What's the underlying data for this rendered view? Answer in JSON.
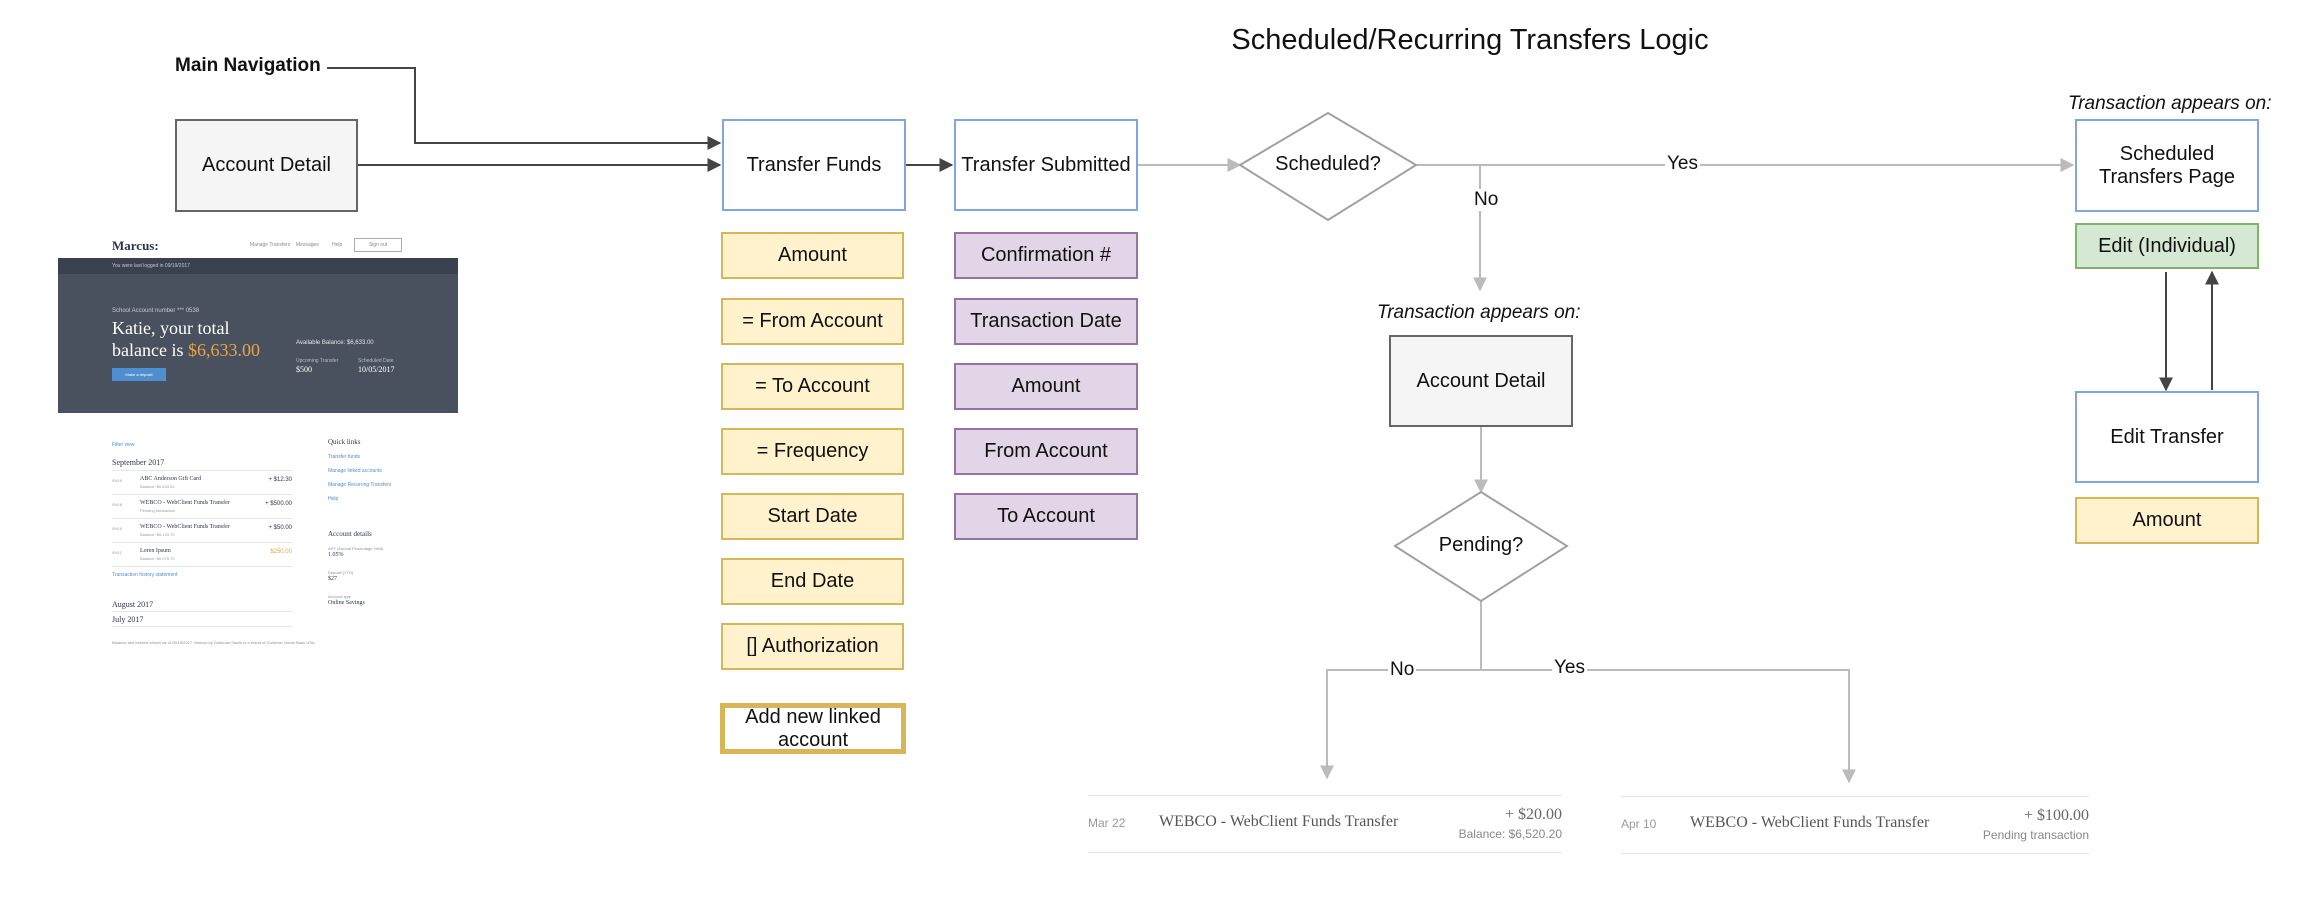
{
  "title": "Scheduled/Recurring Transfers Logic",
  "nav_label": "Main Navigation",
  "nodes": {
    "account_detail_left": "Account Detail",
    "transfer_funds": "Transfer Funds",
    "transfer_submitted": "Transfer Submitted",
    "scheduled_decision": "Scheduled?",
    "scheduled_transfers_page": "Scheduled Transfers Page",
    "edit_individual": "Edit (Individual)",
    "edit_transfer": "Edit Transfer",
    "edit_amount": "Amount",
    "account_detail_right": "Account Detail",
    "pending_decision": "Pending?"
  },
  "transfer_fields": [
    "Amount",
    "= From Account",
    "= To Account",
    "= Frequency",
    "Start Date",
    "End Date",
    "[] Authorization"
  ],
  "add_linked_account": "Add new linked account",
  "submitted_fields": [
    "Confirmation #",
    "Transaction Date",
    "Amount",
    "From Account",
    "To Account"
  ],
  "labels": {
    "appears_on_top": "Transaction appears on:",
    "appears_on_mid": "Transaction appears on:",
    "yes_scheduled": "Yes",
    "no_scheduled": "No",
    "no_pending": "No",
    "yes_pending": "Yes"
  },
  "transactions": [
    {
      "date": "Mar 22",
      "description": "WEBCO - WebClient Funds Transfer",
      "amount": "+ $20.00",
      "sub": "Balance: $6,520.20"
    },
    {
      "date": "Apr 10",
      "description": "WEBCO - WebClient Funds Transfer",
      "amount": "+ $100.00",
      "sub": "Pending transaction"
    }
  ],
  "thumbnail": {
    "logo": "Marcus:",
    "nav_items": [
      "Manage Transfers",
      "Messages",
      "Help",
      "Sign out"
    ],
    "strip_text": "You were last logged in 09/19/2017",
    "hero_small": "School Account number *** 0538",
    "greeting": "Katie, your total balance is",
    "balance": "$6,633.00",
    "hero_button": "Make a deposit",
    "available": "Available Balance: $6,633.00",
    "hero_cells": [
      {
        "label": "Upcoming Transfer",
        "value": "$500"
      },
      {
        "label": "Scheduled Date",
        "value": "10/05/2017"
      }
    ],
    "filter_link": "Filter view",
    "month1": "September 2017",
    "rows": [
      {
        "date": "09/19",
        "desc": "ABC Anderson Gift Card",
        "sub": "Balance: $6,633.00",
        "amt": "+ $12.30"
      },
      {
        "date": "09/18",
        "desc": "WEBCO - WebClient Funds Transfer",
        "sub": "Pending transaction",
        "amt": "+ $500.00"
      },
      {
        "date": "09/15",
        "desc": "WEBCO - WebClient Funds Transfer",
        "sub": "Balance: $6,120.70",
        "amt": "+ $50.00"
      },
      {
        "date": "09/11",
        "desc": "Loren Ipsum",
        "sub": "Balance: $6,070.70",
        "amt": "$250.00"
      }
    ],
    "more_link": "Transaction history statement",
    "month2": "August 2017",
    "month3": "July 2017",
    "quick_links_title": "Quick links",
    "quick_links": [
      "Transfer funds",
      "Manage linked accounts",
      "Manage Recurring Transfers",
      "Help"
    ],
    "details_title": "Account details",
    "details": [
      {
        "label": "APY (Annual Percentage Yield)",
        "value": "1.05%"
      },
      {
        "label": "Deposit (YTD)",
        "value": "$27"
      },
      {
        "label": "Account type",
        "value": "Online Savings"
      }
    ],
    "footer_note": "Balance and interest shown as of 09/19/2017. Marcus by Goldman Sachs is a brand of Goldman Sachs Bank USA."
  }
}
